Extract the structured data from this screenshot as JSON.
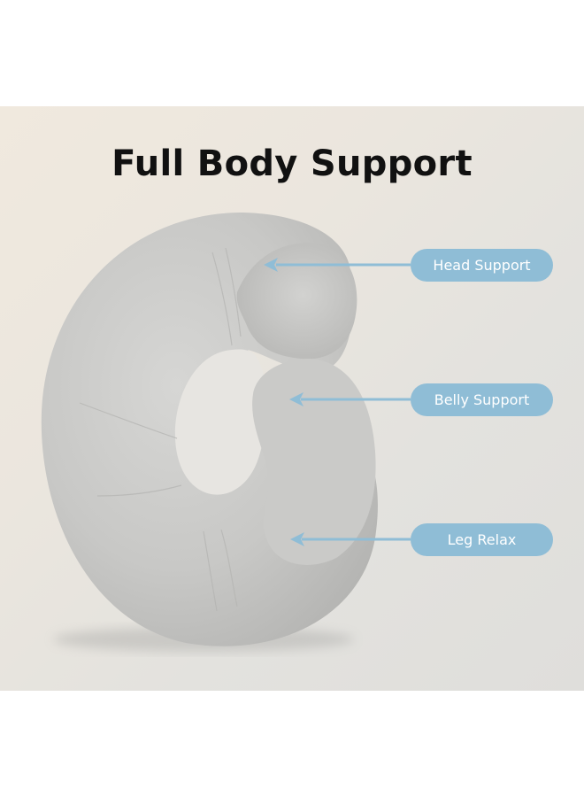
{
  "headline": "Full Body Support",
  "product": {
    "name": "C-shaped full body pillow",
    "color": "#c9c9c9"
  },
  "callouts": [
    {
      "label": "Head Support",
      "arrow_icon": "arrow-left-icon"
    },
    {
      "label": "Belly Support",
      "arrow_icon": "arrow-left-icon"
    },
    {
      "label": "Leg Relax",
      "arrow_icon": "arrow-left-icon"
    }
  ],
  "colors": {
    "callout_bg": "#8fbdd6",
    "callout_text": "#ffffff",
    "arrow": "#8fbdd6",
    "headline": "#111111",
    "background_warm": "#f0e9de",
    "background_cool": "#dfdedb"
  }
}
